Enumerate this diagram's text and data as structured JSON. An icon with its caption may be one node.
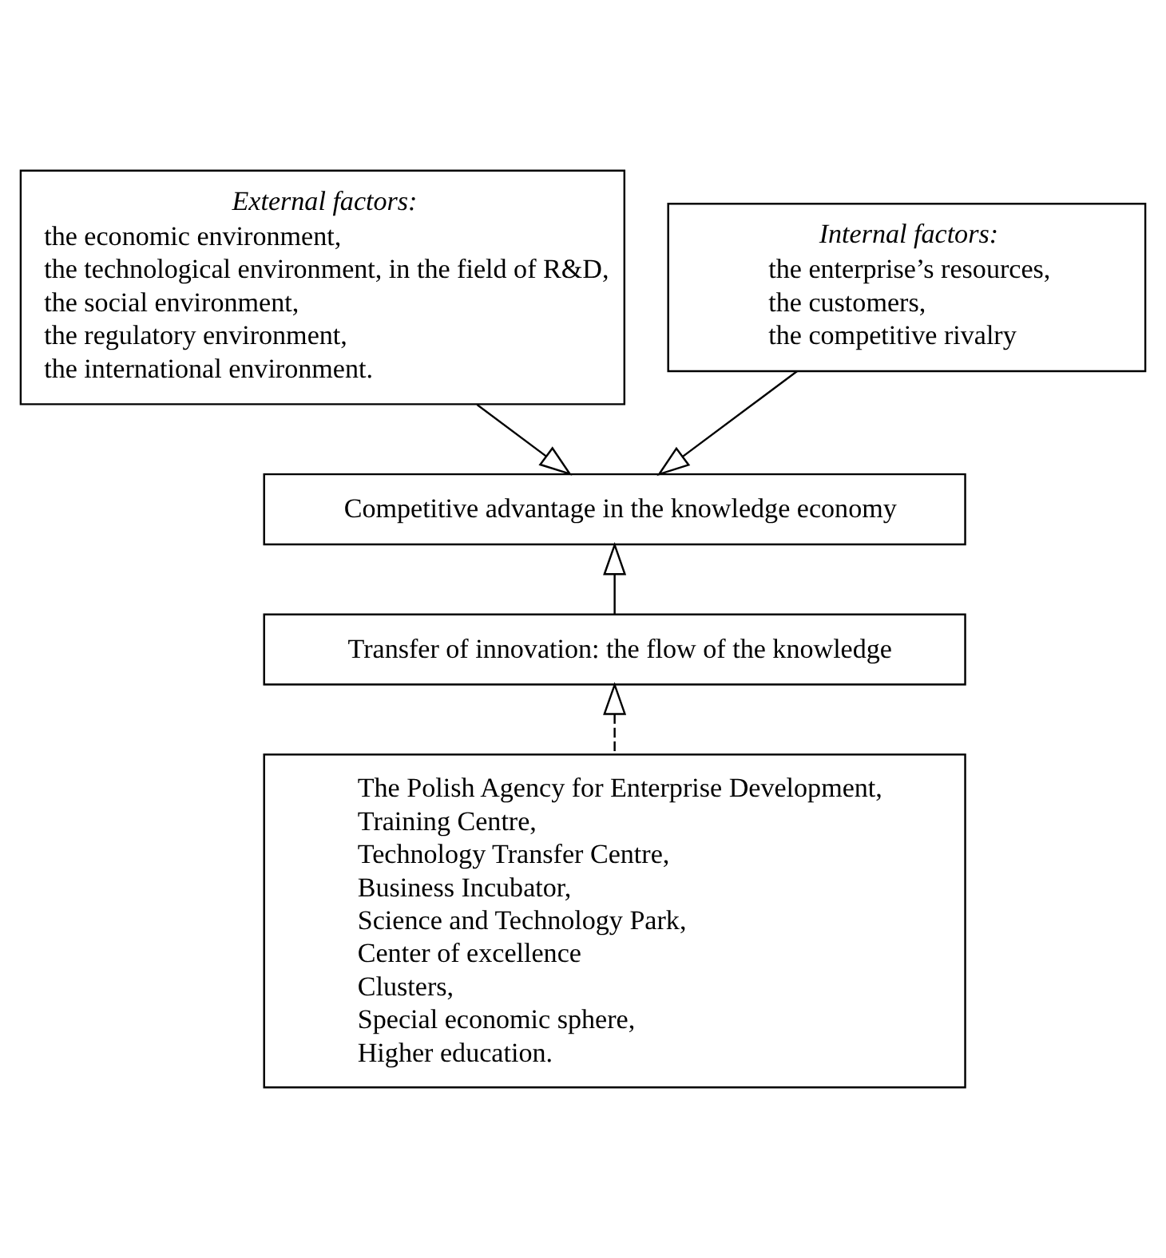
{
  "diagram": {
    "nodes": [
      {
        "text": [
          "External factors:",
          "the economic environment,",
          "the technological environment, in the field of R&D,",
          "the social environment,",
          "the regulatory environment,",
          "the international environment."
        ]
      },
      {
        "text": [
          "Internal factors:",
          "the enterprise’s resources,",
          "the customers,",
          "the competitive rivalry"
        ]
      },
      {
        "text": [
          "Competitive advantage in the knowledge economy"
        ]
      },
      {
        "text": [
          "Transfer of innovation: the flow of the knowledge"
        ]
      },
      {
        "text": [
          "The Polish Agency for Enterprise Development,",
          "Training Centre,",
          "Technology Transfer Centre,",
          "Business Incubator,",
          "Science and Technology Park,",
          "Center of excellence",
          "Clusters,",
          "Special economic sphere,",
          "Higher education."
        ]
      }
    ],
    "edges": [
      {
        "from": 0,
        "to": 2,
        "arrow": "to"
      },
      {
        "from": 1,
        "to": 2,
        "arrow": "to"
      },
      {
        "from": 3,
        "to": 2,
        "arrow": "to"
      },
      {
        "from": 4,
        "to": 3,
        "arrow": "to",
        "style": "dashed"
      }
    ]
  }
}
